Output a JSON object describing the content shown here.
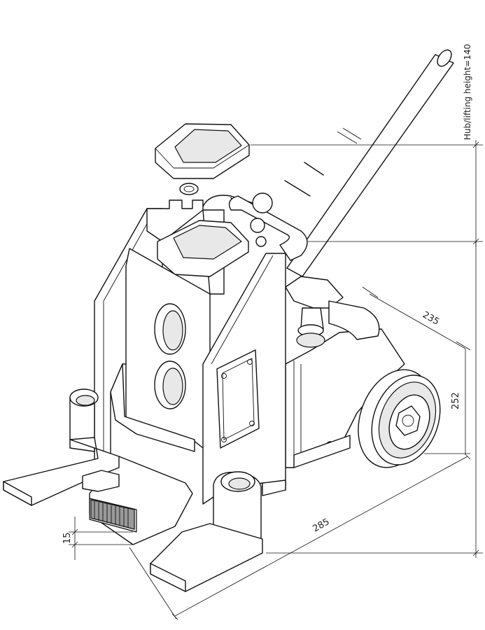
{
  "labels": {
    "lifting_height": "Hub/lifting height=140",
    "dim_235": "235",
    "dim_252": "252",
    "dim_285": "285",
    "dim_15": "15"
  }
}
